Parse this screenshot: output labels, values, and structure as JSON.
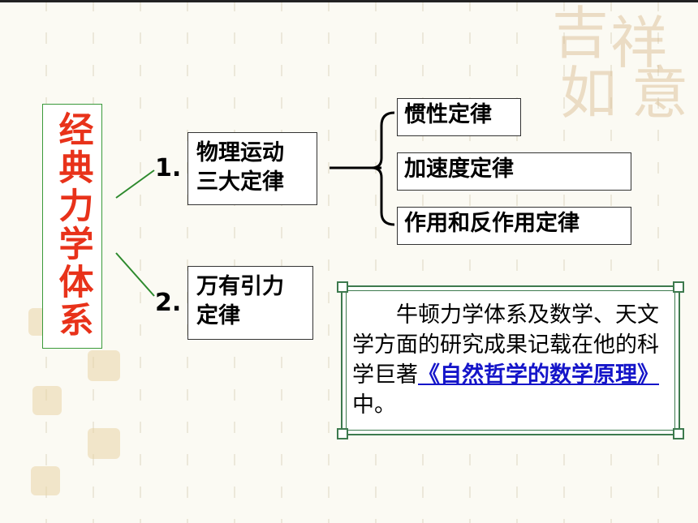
{
  "title": "经典力学体系",
  "items": [
    {
      "number": "1.",
      "lines": [
        "物理运动",
        "三大定律"
      ]
    },
    {
      "number": "2.",
      "lines": [
        "万有引力",
        "定律"
      ]
    }
  ],
  "sub_items": [
    "惯性定律",
    "加速度定律",
    "作用和反作用定律"
  ],
  "note": {
    "text": "牛顿力学体系及数学、天文学方面的研究成果记载在他的科学巨著",
    "link_text": "《自然哲学的数学原理》",
    "after_text": "中。"
  },
  "colors": {
    "title": "#e8321a",
    "title_border": "#3a9a3a",
    "connector": "#2d8a2d",
    "link": "#1515c9",
    "note_border": "#3d7a4e"
  },
  "decoration_glyphs": [
    "吉",
    "祥",
    "如",
    "意"
  ]
}
